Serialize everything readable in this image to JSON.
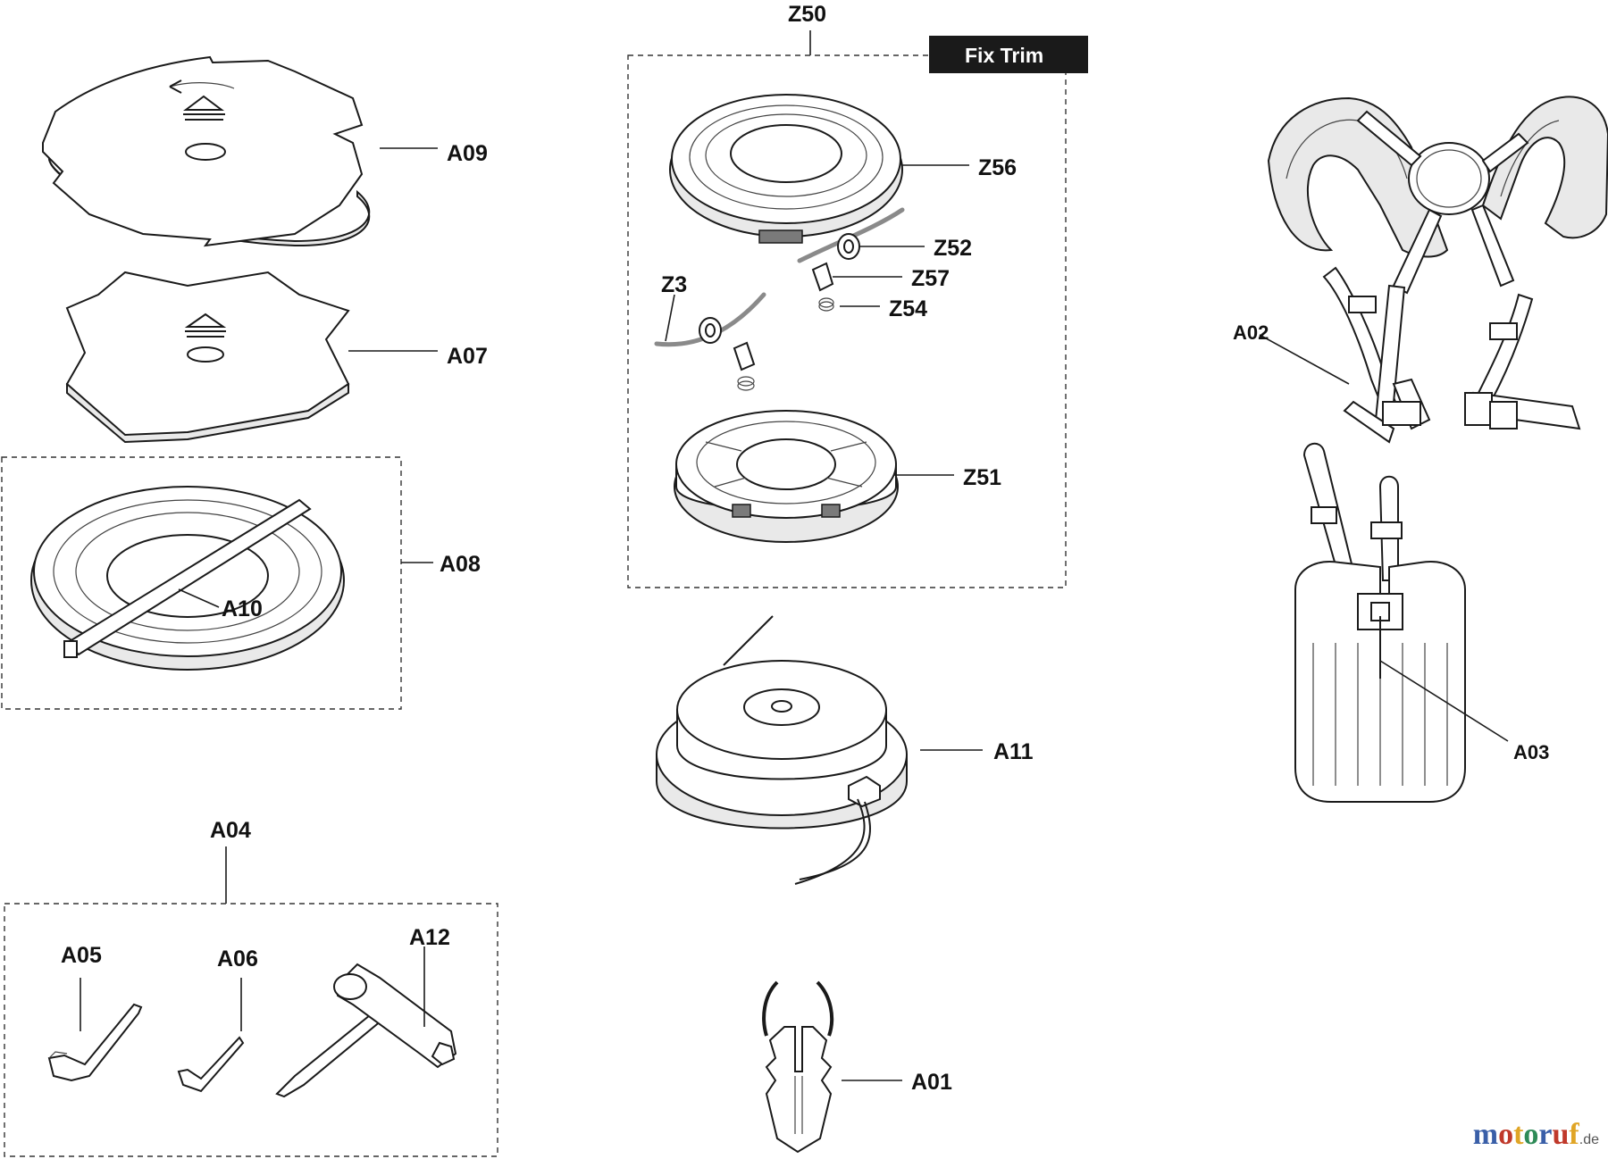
{
  "labels": {
    "A09": "A09",
    "A07": "A07",
    "A08": "A08",
    "A10": "A10",
    "A04": "A04",
    "A05": "A05",
    "A06": "A06",
    "A12": "A12",
    "Z50": "Z50",
    "Z56": "Z56",
    "Z52": "Z52",
    "Z57": "Z57",
    "Z3": "Z3",
    "Z54": "Z54",
    "Z51": "Z51",
    "A11": "A11",
    "A01": "A01",
    "A02": "A02",
    "A03": "A03"
  },
  "fix_trim": "Fix Trim",
  "watermark": {
    "letters": [
      {
        "ch": "m",
        "color": "#3a5fa8"
      },
      {
        "ch": "o",
        "color": "#c0392b"
      },
      {
        "ch": "t",
        "color": "#e0a526"
      },
      {
        "ch": "o",
        "color": "#2e8b57"
      },
      {
        "ch": "r",
        "color": "#3a5fa8"
      },
      {
        "ch": "u",
        "color": "#c0392b"
      },
      {
        "ch": "f",
        "color": "#e0a526"
      }
    ],
    "suffix": ".de"
  }
}
